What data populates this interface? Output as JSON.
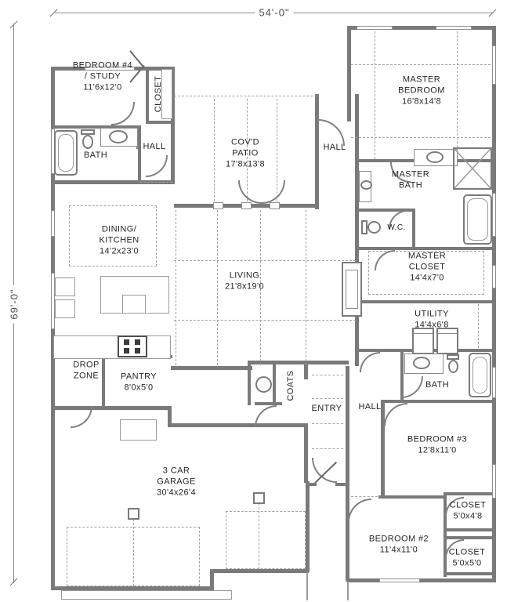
{
  "dimensions": {
    "top": "54'-0\"",
    "left": "69'-0\""
  },
  "rooms": {
    "bedroom4": {
      "lines": [
        "BEDROOM #4",
        "/ STUDY",
        "11'6x12'0"
      ]
    },
    "closet_bedroom4": {
      "lines": [
        "CLOSET"
      ]
    },
    "bath1": {
      "lines": [
        "BATH"
      ]
    },
    "hall_top": {
      "lines": [
        "HALL"
      ]
    },
    "covd_patio": {
      "lines": [
        "COV'D",
        "PATIO",
        "17'8x13'8"
      ]
    },
    "hall_master": {
      "lines": [
        "HALL"
      ]
    },
    "master_bedroom": {
      "lines": [
        "MASTER",
        "BEDROOM",
        "16'8x14'8"
      ]
    },
    "master_bath": {
      "lines": [
        "MASTER",
        "BATH"
      ]
    },
    "wc": {
      "lines": [
        "W.C."
      ]
    },
    "master_closet": {
      "lines": [
        "MASTER",
        "CLOSET",
        "14'4x7'0"
      ]
    },
    "dining_kitchen": {
      "lines": [
        "DINING/",
        "KITCHEN",
        "14'2x23'0"
      ]
    },
    "living": {
      "lines": [
        "LIVING",
        "21'8x19'0"
      ]
    },
    "utility": {
      "lines": [
        "UTILITY",
        "14'4x6'8"
      ]
    },
    "drop_zone": {
      "lines": [
        "DROP",
        "ZONE"
      ]
    },
    "pantry": {
      "lines": [
        "PANTRY",
        "8'0x5'0"
      ]
    },
    "coats": {
      "lines": [
        "COATS"
      ]
    },
    "entry": {
      "lines": [
        "ENTRY"
      ]
    },
    "hall_bedrooms": {
      "lines": [
        "HALL"
      ]
    },
    "bath2": {
      "lines": [
        "BATH"
      ]
    },
    "bedroom3": {
      "lines": [
        "BEDROOM #3",
        "12'8x11'0"
      ]
    },
    "garage": {
      "lines": [
        "3 CAR",
        "GARAGE",
        "30'4x26'4"
      ]
    },
    "closet_bedroom3": {
      "lines": [
        "CLOSET",
        "5'0x4'8"
      ]
    },
    "bedroom2": {
      "lines": [
        "BEDROOM #2",
        "11'4x11'0"
      ]
    },
    "closet_bedroom2": {
      "lines": [
        "CLOSET",
        "5'0x5'0"
      ]
    }
  },
  "colors": {
    "wall": "#7a7a7a",
    "text": "#262626",
    "dash": "#a3a3a3"
  }
}
